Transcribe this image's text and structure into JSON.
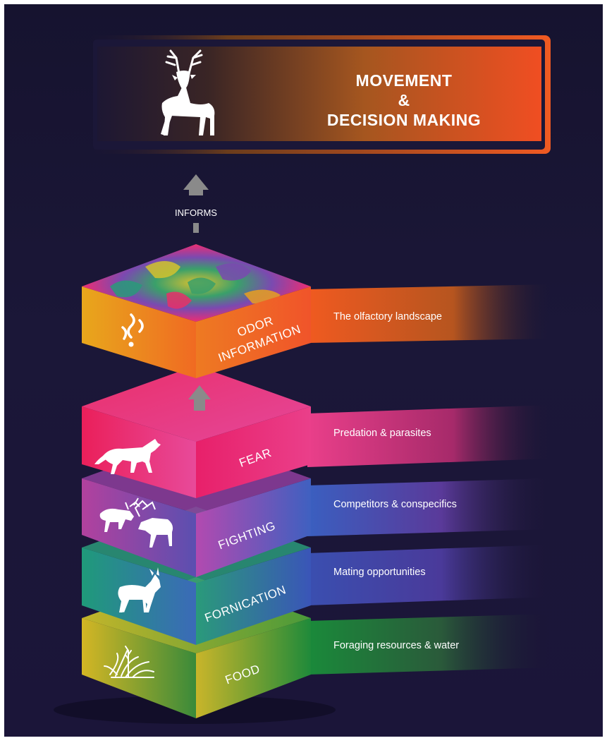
{
  "header": {
    "title_line1": "MOVEMENT",
    "title_line2": "&",
    "title_line3": "DECISION MAKING",
    "icon": "deer-icon"
  },
  "arrow_label": "INFORMS",
  "layers": [
    {
      "id": "odor",
      "label_line1": "ODOR",
      "label_line2": "INFORMATION",
      "description": "The olfactory landscape",
      "icon": "odor-icon",
      "color": "#f08a24"
    },
    {
      "id": "fear",
      "label": "FEAR",
      "description": "Predation & parasites",
      "icon": "coyote-icon",
      "color": "#e8206a"
    },
    {
      "id": "fighting",
      "label": "FIGHTING",
      "description": "Competitors & conspecifics",
      "icon": "fighting-elk-icon",
      "color": "#a64aa8"
    },
    {
      "id": "fornication",
      "label": "FORNICATION",
      "description": "Mating opportunities",
      "icon": "doe-icon",
      "color": "#2a9a7a"
    },
    {
      "id": "food",
      "label": "FOOD",
      "description": "Foraging resources & water",
      "icon": "grass-icon",
      "color": "#c9b52a"
    }
  ],
  "colors": {
    "background": "#1b1738",
    "header_orange": "#f0501e",
    "arrow_gray": "#8a8a8a"
  }
}
